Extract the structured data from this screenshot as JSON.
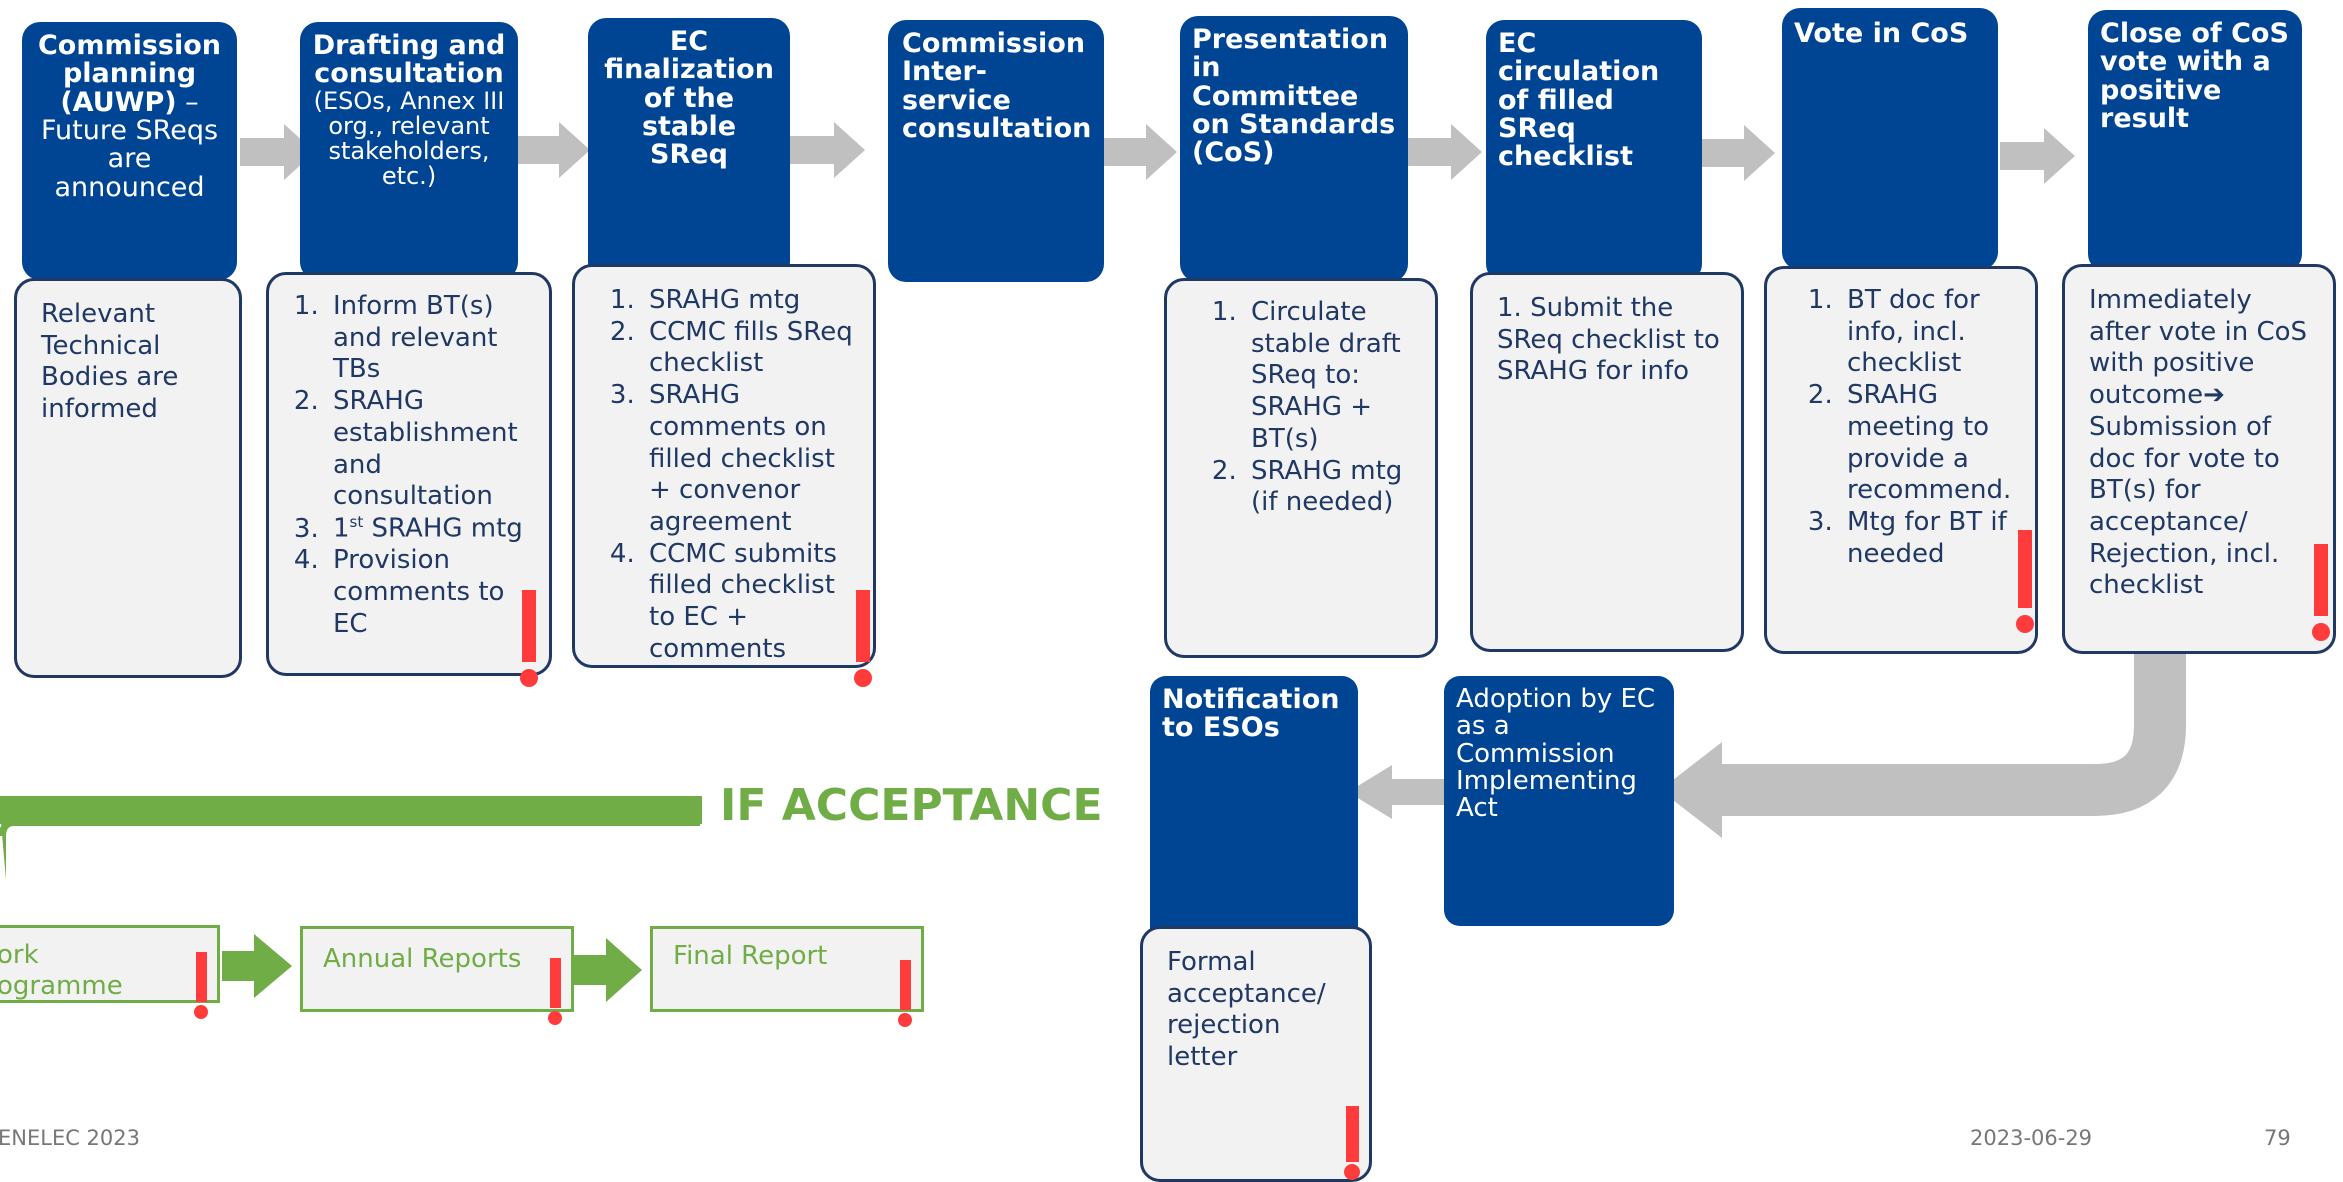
{
  "steps": [
    {
      "title": "Commission planning (AUWP)",
      "title_suffix": " –",
      "sub": "Future SReqs are announced"
    },
    {
      "title": "Drafting and consultation",
      "sub": "(ESOs, Annex III org., relevant stakeholders, etc.)"
    },
    {
      "title": "EC finalization of the stable SReq"
    },
    {
      "title": "Commission Inter-service consultation"
    },
    {
      "title": "Presentation in Committee on Standards (CoS)"
    },
    {
      "title": "EC circulation of filled SReq checklist"
    },
    {
      "title": "Vote in CoS"
    },
    {
      "title": "Close of CoS vote with a positive result"
    }
  ],
  "details": {
    "d1": "Relevant Technical Bodies are informed",
    "d2": [
      "Inform BT(s) and relevant TBs",
      "SRAHG establishment and consultation",
      "1",
      "st",
      " SRAHG mtg",
      "Provision comments to EC"
    ],
    "d3": [
      "SRAHG mtg",
      "CCMC fills SReq checklist",
      "SRAHG comments on filled checklist + convenor agreement",
      "CCMC submits filled checklist to EC + comments"
    ],
    "d5": [
      "Circulate stable draft SReq to: SRAHG + BT(s)",
      "SRAHG mtg (if needed)"
    ],
    "d6": "1. Submit the SReq checklist to SRAHG for info",
    "d7": [
      "BT doc for info, incl. checklist",
      "SRAHG meeting to provide a recommend.",
      "Mtg for BT if needed"
    ],
    "d8": "Immediately after vote in CoS with positive outcome➔ Submission of doc for vote to BT(s) for acceptance/ Rejection, incl. checklist"
  },
  "adoption": "Adoption by EC as a Commission Implementing Act",
  "notification": {
    "title": "Notification to ESOs",
    "desc": "Formal acceptance/ rejection letter"
  },
  "if_acceptance": "IF ACCEPTANCE",
  "green_boxes": [
    "ork",
    "ogramme",
    "Annual Reports",
    "Final Report"
  ],
  "footer": {
    "left": "ENELEC 2023",
    "date": "2023-06-29",
    "page": "79"
  },
  "colors": {
    "header_blue": "#004494",
    "text_navy": "#1f3864",
    "green": "#70ad47",
    "arrow_gray": "#c0c0c0",
    "alert_red": "#ff3b3b"
  }
}
